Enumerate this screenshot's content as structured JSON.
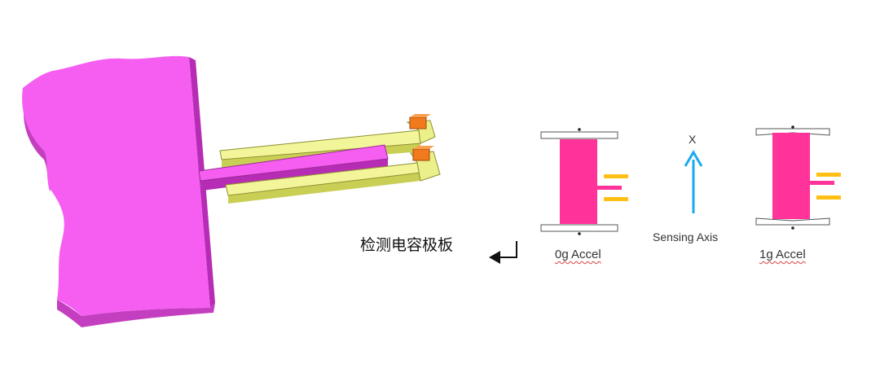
{
  "labels": {
    "detect_plate": "检测电容极板",
    "zero_g": "0g Accel",
    "one_g": "1g Accel",
    "sensing_axis": "Sensing Axis",
    "axis_symbol": "X"
  },
  "colors": {
    "mass": "#f55ef0",
    "mass_side": "#b72cb4",
    "beam": "#f2f59a",
    "beam_side": "#c9cf55",
    "pad": "#f07a1c",
    "proof_mass": "#ff3399",
    "finger": "#ffbf14",
    "axis_arrow": "#18aaf0"
  }
}
